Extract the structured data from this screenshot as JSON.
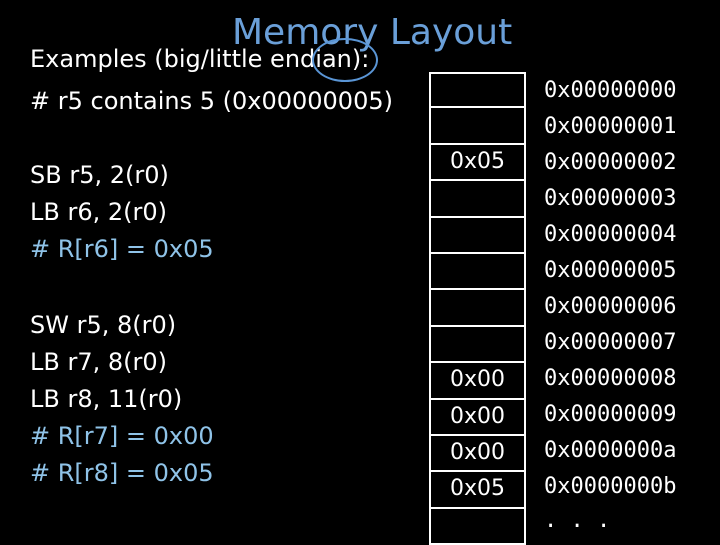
{
  "title": "Memory Layout",
  "lines": [
    {
      "text": "Examples (big/little endian):",
      "comment": false
    },
    {
      "text": "# r5 contains 5 (0x00000005)",
      "comment": false
    },
    {
      "text": "SB r5, 2(r0)",
      "comment": false
    },
    {
      "text": "LB r6, 2(r0)",
      "comment": false
    },
    {
      "text": "# R[r6] = 0x05",
      "comment": true
    },
    {
      "text": "SW r5, 8(r0)",
      "comment": false
    },
    {
      "text": "LB r7, 8(r0)",
      "comment": false
    },
    {
      "text": "LB r8, 11(r0)",
      "comment": false
    },
    {
      "text": "# R[r7] = 0x00",
      "comment": true
    },
    {
      "text": "# R[r8] = 0x05",
      "comment": true
    }
  ],
  "memory_cells": [
    "",
    "",
    "0x05",
    "",
    "",
    "",
    "",
    "",
    "0x00",
    "0x00",
    "0x00",
    "0x05",
    ""
  ],
  "addresses": [
    "0x00000000",
    "0x00000001",
    "0x00000002",
    "0x00000003",
    "0x00000004",
    "0x00000005",
    "0x00000006",
    "0x00000007",
    "0x00000008",
    "0x00000009",
    "0x0000000a",
    "0x0000000b",
    ". . ."
  ],
  "colors": {
    "title": "#6a9fd8",
    "comment": "#8fc3e8",
    "circle": "#5a95d5"
  }
}
